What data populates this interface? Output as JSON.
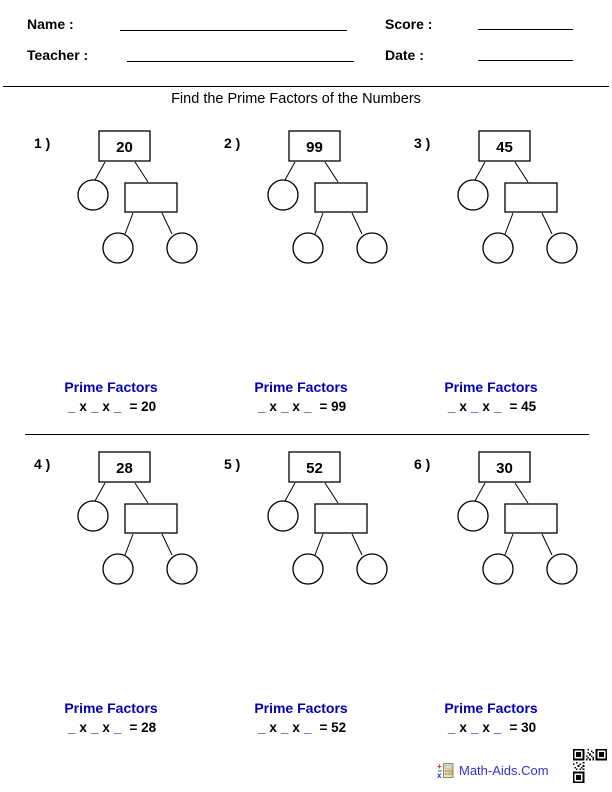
{
  "header": {
    "name_label": "Name :",
    "teacher_label": "Teacher :",
    "score_label": "Score :",
    "date_label": "Date :"
  },
  "title": "Find the Prime Factors of the Numbers",
  "labels": {
    "prime_factors": "Prime Factors",
    "blank": "_",
    "times": "x"
  },
  "problems": [
    {
      "index": "1 )",
      "number": "20",
      "result": "= 20"
    },
    {
      "index": "2 )",
      "number": "99",
      "result": "= 99"
    },
    {
      "index": "3 )",
      "number": "45",
      "result": "= 45"
    },
    {
      "index": "4 )",
      "number": "28",
      "result": "= 28"
    },
    {
      "index": "5 )",
      "number": "52",
      "result": "= 52"
    },
    {
      "index": "6 )",
      "number": "30",
      "result": "= 30"
    }
  ],
  "footer": {
    "brand": "Math-Aids.Com",
    "logo_icon": "calculator-icon",
    "qr_icon": "qr-code-icon"
  },
  "colors": {
    "prime_factors_blue": "#0000B4",
    "blank_blue": "#0000CC",
    "brand_blue": "#3333CC",
    "ink": "#000000"
  }
}
